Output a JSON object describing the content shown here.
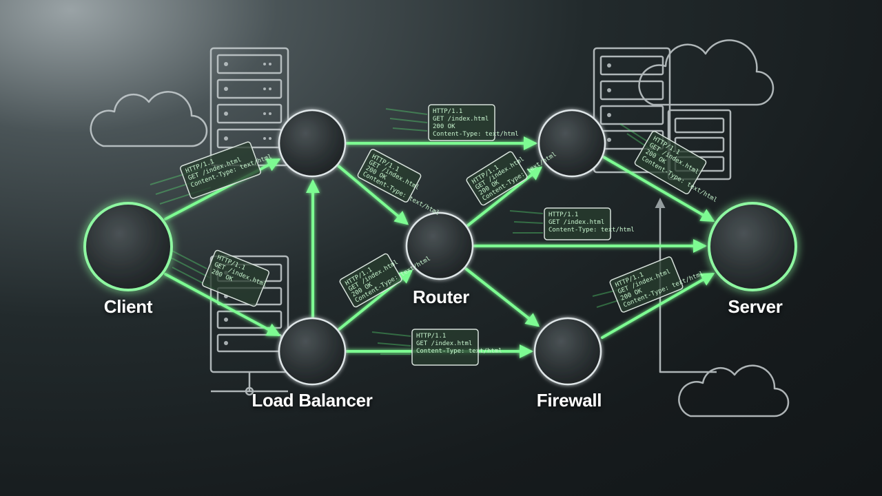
{
  "nodes": {
    "client": "Client",
    "load_balancer": "Load Balancer",
    "router": "Router",
    "firewall": "Firewall",
    "server": "Server"
  },
  "packets": {
    "p1": [
      "HTTP/1.1",
      "GET /index.html",
      "Content-Type: text/html"
    ],
    "p2": [
      "HTTP/1.1",
      "GET /index.html",
      "200 OK",
      "Content-Type: text/html"
    ],
    "p3": [
      "HTTP/1.1",
      "GET /index.html",
      "200 OK",
      "Content-Type: text/html"
    ],
    "p4": [
      "HTTP/1.1",
      "GET /index.html",
      "200 OK",
      "Content-Type: text/html"
    ],
    "p5": [
      "HTTP/1.1",
      "GET /index.html",
      "200 OK"
    ],
    "p6": [
      "HTTP/1.1",
      "GET /index.html",
      "Content-Type: text/html"
    ],
    "p7": [
      "HTTP/1.1",
      "GET /index.html",
      "200 OK",
      "Content-Type: text/html"
    ],
    "p8": [
      "HTTP/1.1",
      "GET /index.html",
      "Content-Type: text/html"
    ],
    "p9": [
      "HTTP/1.1",
      "GET /index.html",
      "200 OK",
      "Content-Type: text/html"
    ],
    "p10": [
      "HTTP/1.1",
      "GET /index.html",
      "200 OK",
      "Content-Type: text/html"
    ]
  },
  "colors": {
    "accent": "#5ef07a",
    "node_fill": "#2a2f31",
    "outline": "#c9d0d2",
    "label": "#ffffff"
  },
  "icons": [
    "cloud-icon",
    "server-rack-icon"
  ]
}
